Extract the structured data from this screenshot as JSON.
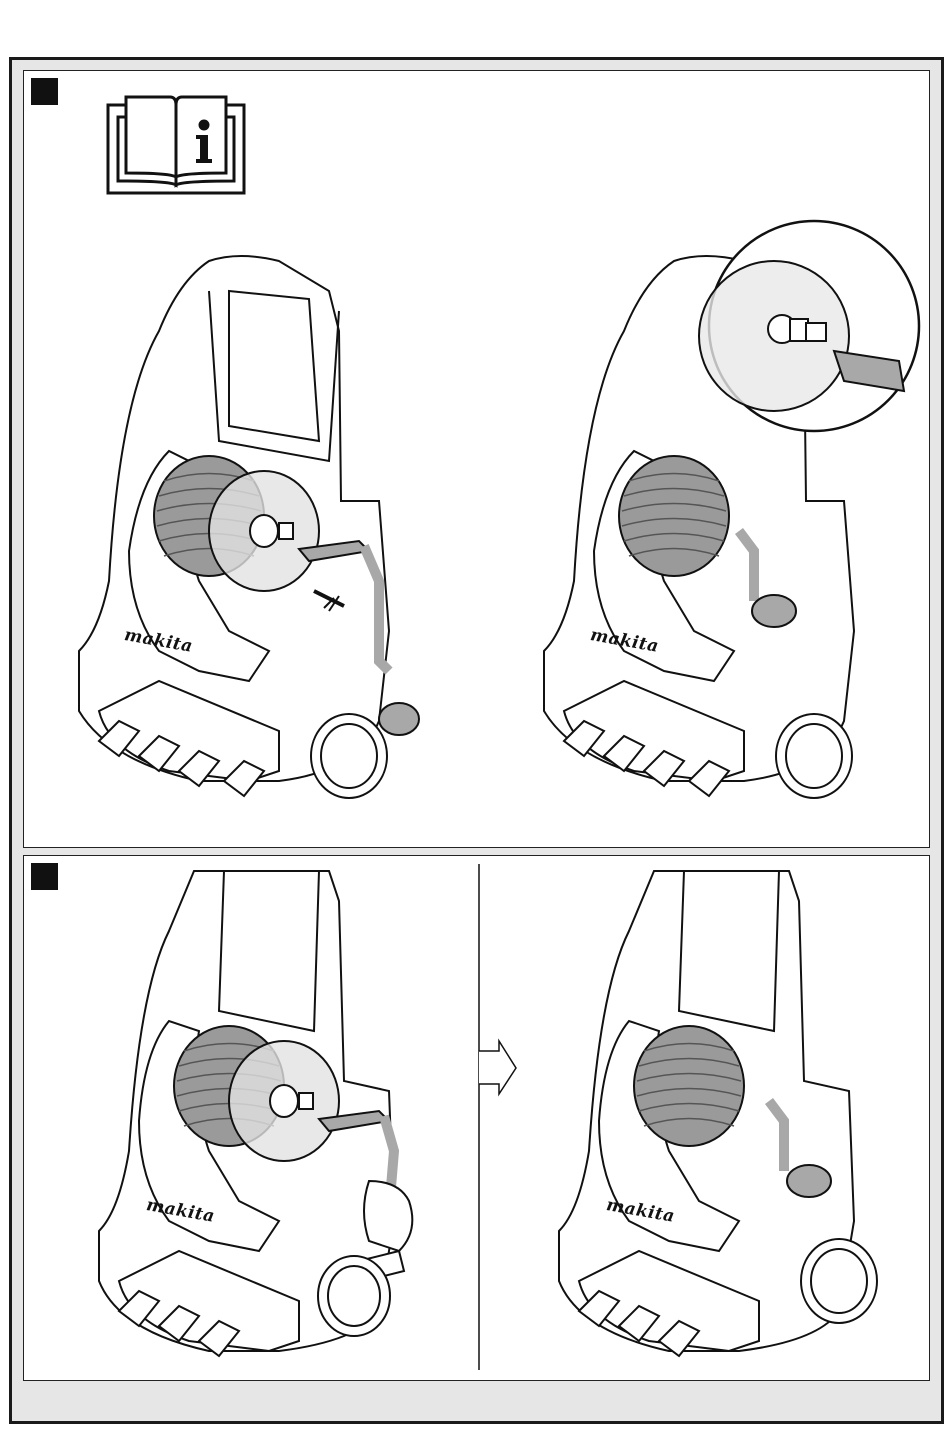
{
  "figure": {
    "brand_label": "makita",
    "panels": [
      {
        "id": "panel-1",
        "content": "manual-icon, hose-reel with crank being inserted, hose-reel with crank installed (detail magnifier)"
      },
      {
        "id": "panel-2",
        "content": "hand inserting crank, arrow, hose-reel with crank installed"
      }
    ]
  },
  "colors": {
    "frame": "#1a1a1a",
    "background": "#e6e6e6",
    "panel": "#ffffff",
    "hose_gray": "#9a9a9a",
    "crank_gray": "#a8a8a8"
  },
  "icons": {
    "manual": "read-manual-info-icon",
    "arrow": "right-arrow-icon"
  }
}
